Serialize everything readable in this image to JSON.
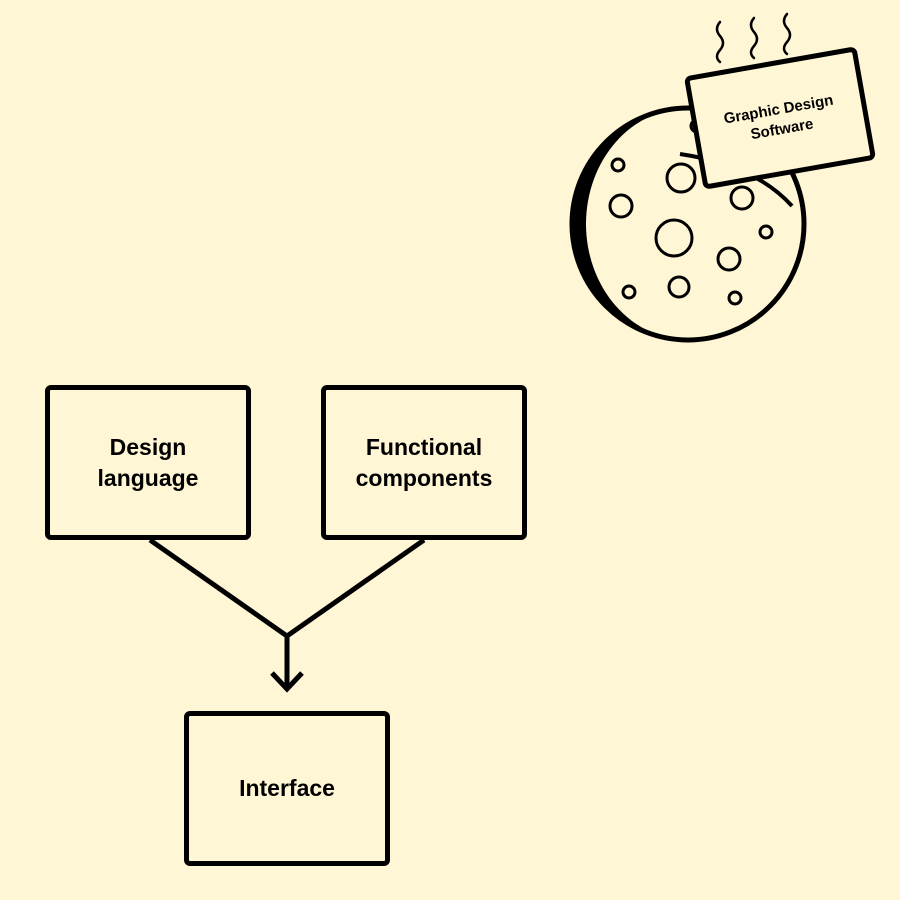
{
  "diagram": {
    "nodes": {
      "design_language": {
        "line1": "Design",
        "line2": "language"
      },
      "functional_components": {
        "line1": "Functional",
        "line2": "components"
      },
      "interface": {
        "label": "Interface"
      }
    },
    "edges": [
      {
        "from": "design_language",
        "to": "interface"
      },
      {
        "from": "functional_components",
        "to": "interface"
      }
    ]
  },
  "illustration": {
    "sign_line1": "Graphic Design",
    "sign_line2": "Software",
    "icons": [
      "moon-icon",
      "steam-icon",
      "sign-icon"
    ]
  },
  "colors": {
    "background": "#fff6d6",
    "stroke": "#000000"
  }
}
